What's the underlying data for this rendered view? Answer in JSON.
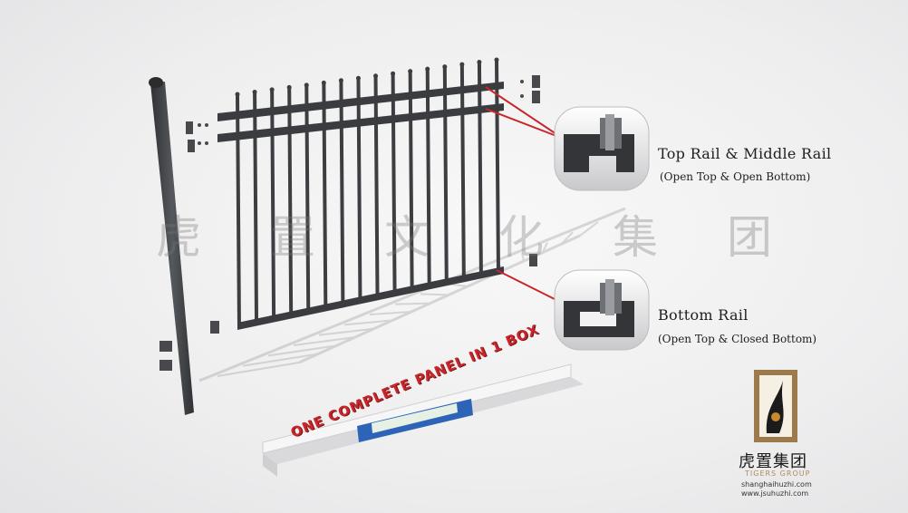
{
  "callouts": {
    "top": {
      "title": "Top Rail & Middle Rail",
      "subtitle": "(Open Top & Open Bottom)"
    },
    "bottom": {
      "title": "Bottom Rail",
      "subtitle": "(Open Top & Closed Bottom)"
    }
  },
  "watermark": [
    "虎",
    "置",
    "文",
    "化",
    "集",
    "团"
  ],
  "box_slogan": "ONE COMPLETE PANEL IN 1 BOX",
  "logo": {
    "name": "虎置集团",
    "english": "TIGERS GROUP",
    "url1": "shanghaihuzhi.com",
    "url2": "www.jsuhuzhi.com"
  },
  "colors": {
    "metal": "#3f4144",
    "leader_line": "#c8262b",
    "slogan": "#c8262b",
    "box": "#f4f4f4"
  }
}
